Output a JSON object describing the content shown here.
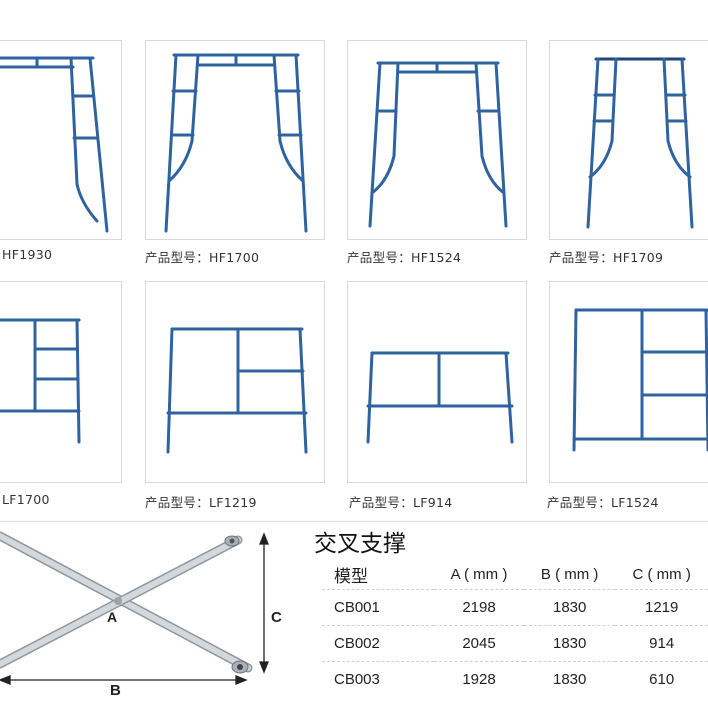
{
  "products_row1": [
    {
      "label": "HF1930",
      "type": "walk-through-frame",
      "caption_prefix": ""
    },
    {
      "label": "HF1700",
      "type": "walk-through-frame",
      "caption_prefix": "产品型号："
    },
    {
      "label": "HF1524",
      "type": "walk-through-frame",
      "caption_prefix": "产品型号："
    },
    {
      "label": "HF1709",
      "type": "walk-through-frame",
      "caption_prefix": "产品型号："
    }
  ],
  "products_row2": [
    {
      "label": "LF1700",
      "type": "ladder-frame",
      "caption_prefix": ""
    },
    {
      "label": "LF1219",
      "type": "ladder-frame",
      "caption_prefix": "产品型号："
    },
    {
      "label": "LF914",
      "type": "ladder-frame",
      "caption_prefix": "产品型号："
    },
    {
      "label": "LF1524",
      "type": "ladder-frame",
      "caption_prefix": "产品型号："
    }
  ],
  "brace": {
    "title": "交叉支撑",
    "labels": {
      "a": "A",
      "b": "B",
      "c": "C"
    },
    "table": {
      "headers": [
        "模型",
        "A ( mm )",
        "B ( mm )",
        "C ( mm )"
      ],
      "rows": [
        [
          "CB001",
          "2198",
          "1830",
          "1219"
        ],
        [
          "CB002",
          "2045",
          "1830",
          "914"
        ],
        [
          "CB003",
          "1928",
          "1830",
          "610"
        ]
      ]
    }
  },
  "colors": {
    "frame_blue": "#2f63a0",
    "frame_dark": "#1d4575",
    "brace_steel": "#c6ccd2",
    "border": "#d9d9d9"
  }
}
